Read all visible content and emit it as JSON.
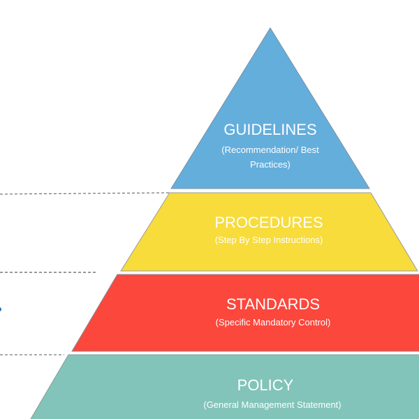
{
  "colors": {
    "guidelines": "#64aedc",
    "procedures": "#f7dc3c",
    "standards": "#fb473c",
    "policy": "#82c4b9",
    "text": "#ffffff"
  },
  "levels": [
    {
      "title": "GUIDELINES",
      "subtitle_line1": "(Recommendation/ Best",
      "subtitle_line2": "Practices)"
    },
    {
      "title": "PROCEDURES",
      "subtitle": "(Step By Step Instructions)"
    },
    {
      "title": "STANDARDS",
      "subtitle": "(Specific Mandatory Control)"
    },
    {
      "title": "POLICY",
      "subtitle": "(General Management Statement)"
    }
  ]
}
